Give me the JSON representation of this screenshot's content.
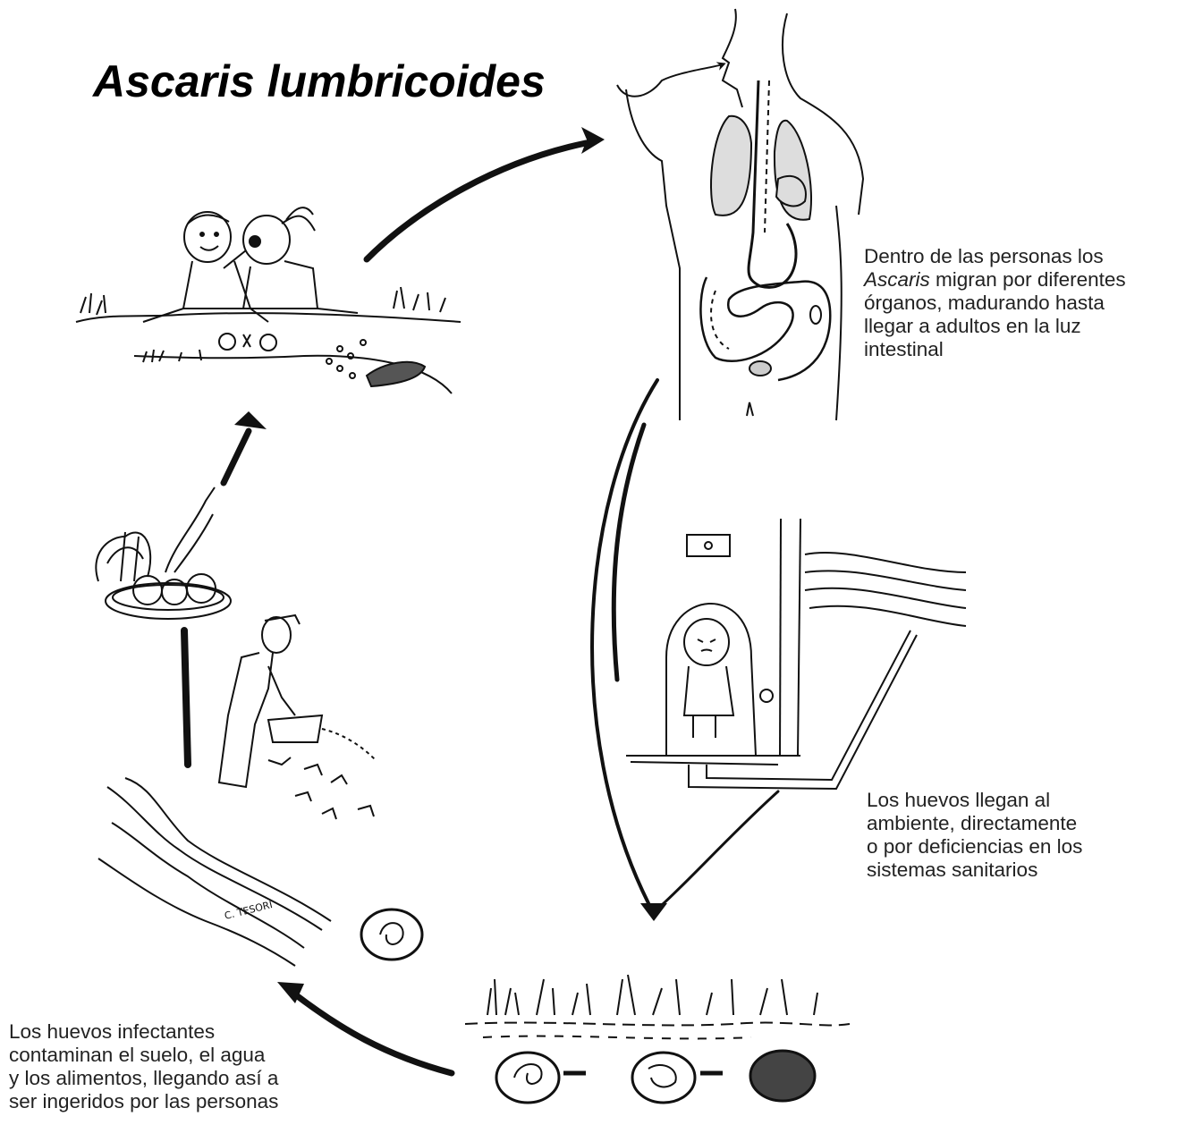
{
  "title": "Ascaris lumbricoides",
  "captions": {
    "inside_body": {
      "lines": [
        "Dentro de las personas los",
        "migran por diferentes",
        "órganos, madurando hasta",
        "llegar a adultos en la luz",
        "intestinal"
      ],
      "italic_word": "Ascaris"
    },
    "eggs_environment": {
      "lines": [
        "Los huevos llegan al",
        "ambiente, directamente",
        "o por deficiencias en los",
        "sistemas sanitarios"
      ]
    },
    "infective_eggs": {
      "lines": [
        "Los huevos infectantes",
        "contaminan el suelo, el agua",
        "y los alimentos, llegando así a",
        "ser ingeridos por las personas"
      ]
    }
  },
  "illustrations": [
    {
      "id": "children-eating",
      "icon": "children-picnic-icon"
    },
    {
      "id": "human-body",
      "icon": "human-digestive-system-icon"
    },
    {
      "id": "toilet",
      "icon": "child-on-toilet-icon"
    },
    {
      "id": "soil-eggs",
      "icon": "eggs-in-soil-icon"
    },
    {
      "id": "farmer",
      "icon": "farmer-watering-icon"
    },
    {
      "id": "food-plate",
      "icon": "vegetable-plate-icon"
    }
  ],
  "signature": "C. TESORI",
  "colors": {
    "ink": "#111111",
    "text": "#222222",
    "background": "#ffffff"
  }
}
